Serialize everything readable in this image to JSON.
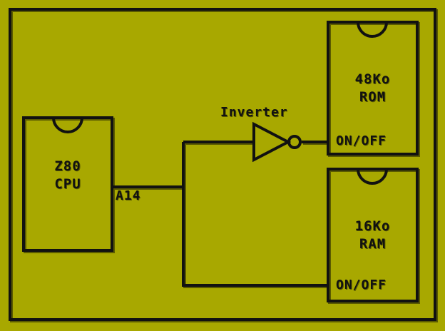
{
  "colors": {
    "background": "#a8a800",
    "line": "#111111",
    "shadow": "#5a5a00"
  },
  "cpu": {
    "line1": "Z80",
    "line2": "CPU"
  },
  "signal_label": "A14",
  "inverter_label": "Inverter",
  "rom": {
    "line1": "48Ko",
    "line2": "ROM",
    "enable": "ON/OFF"
  },
  "ram": {
    "line1": "16Ko",
    "line2": "RAM",
    "enable": "ON/OFF"
  }
}
